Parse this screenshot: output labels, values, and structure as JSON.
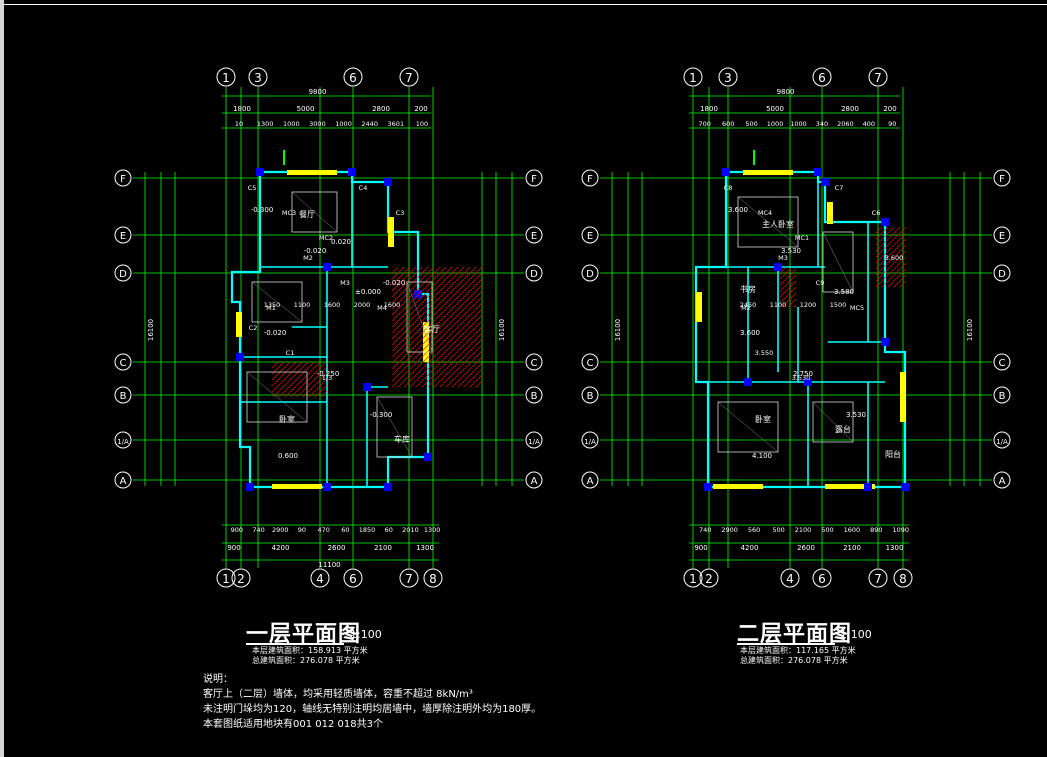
{
  "plans": [
    {
      "title": "一层平面图",
      "scale": "1:100",
      "area_line1": "本层建筑面积：158.913 平方米",
      "area_line2": "总建筑面积：276.078 平方米",
      "top_axes": [
        "1",
        "3",
        "6",
        "7"
      ],
      "bottom_axes": [
        "1",
        "2",
        "4",
        "6",
        "7",
        "8"
      ],
      "left_axes": [
        "F",
        "E",
        "D",
        "C",
        "B",
        "1/A",
        "A"
      ],
      "top_dims_total": "9800",
      "top_dims_row1": [
        "1800",
        "5000",
        "2800",
        "200"
      ],
      "top_dims_row2": [
        "10",
        "1300",
        "1000",
        "3000",
        "1000",
        "2440",
        "3601",
        "100"
      ],
      "bottom_dims_row1": [
        "900",
        "740",
        "2900",
        "90",
        "470",
        "60",
        "1850",
        "60",
        "2010",
        "1300"
      ],
      "bottom_dims_row2": [
        "900",
        "4200",
        "2600",
        "2100",
        "1300"
      ],
      "bottom_dims_total": "11100",
      "side_total": "16100",
      "rooms": [
        "餐厅",
        "客厅",
        "卧室",
        "车库"
      ],
      "room_labels": [
        "C5",
        "MC3",
        "MC2",
        "C4",
        "C3",
        "M1",
        "M2",
        "M3",
        "M4",
        "C2",
        "C1",
        "1/3"
      ],
      "levels": [
        "-0.300",
        "-0.020",
        "±0.000",
        "-0.020",
        "-0.250",
        "-0.300",
        "0.600",
        "0.020",
        "-0.020"
      ],
      "dims_inner": [
        "1350",
        "1100",
        "1600",
        "2000",
        "1600"
      ]
    },
    {
      "title": "二层平面图",
      "scale": "1:100",
      "area_line1": "本层建筑面积：117.165 平方米",
      "area_line2": "总建筑面积：276.078 平方米",
      "top_axes": [
        "1",
        "3",
        "6",
        "7"
      ],
      "bottom_axes": [
        "1",
        "2",
        "4",
        "6",
        "7",
        "8"
      ],
      "left_axes": [
        "F",
        "E",
        "D",
        "C",
        "B",
        "1/A",
        "A"
      ],
      "top_dims_total": "9800",
      "top_dims_row1": [
        "1800",
        "5000",
        "2800",
        "200"
      ],
      "top_dims_row2": [
        "700",
        "600",
        "500",
        "1000",
        "1000",
        "340",
        "2060",
        "400",
        "90"
      ],
      "bottom_dims_row1": [
        "740",
        "2900",
        "560",
        "500",
        "2100",
        "500",
        "1600",
        "890",
        "1090"
      ],
      "bottom_dims_row2": [
        "900",
        "4200",
        "2600",
        "2100",
        "1300"
      ],
      "bottom_dims_total": "",
      "side_total": "16100",
      "rooms": [
        "主人卧室",
        "书房",
        "卧室",
        "露台",
        "阳台"
      ],
      "room_labels": [
        "C8",
        "MC4",
        "MC1",
        "C7",
        "C6",
        "M2",
        "M3",
        "C9",
        "MC5",
        "3.600",
        "3.550",
        "3.530"
      ],
      "levels": [
        "3.600",
        "3.530",
        "3.580",
        "3.600",
        "2.750",
        "3.530",
        "4.100"
      ],
      "dims_inner": [
        "2450",
        "1100",
        "1200",
        "1500"
      ]
    }
  ],
  "notes": {
    "heading": "说明：",
    "line1": "客厅上（二层）墙体，均采用轻质墙体，容重不超过 8kN/m³",
    "line2": "未注明门垛均为120，轴线无特别注明均居墙中，墙厚除注明外均为180厚。",
    "line3": "本套图纸适用地块有001 012 018共3个"
  },
  "colors": {
    "background": "#000000",
    "axis_lines": "#00ff00",
    "dimension": "#ffffff",
    "walls": "#00ffff",
    "windows": "#ffff00",
    "columns": "#0000ff",
    "hatch": "#ff0000",
    "furniture": "#d8d8d8"
  }
}
